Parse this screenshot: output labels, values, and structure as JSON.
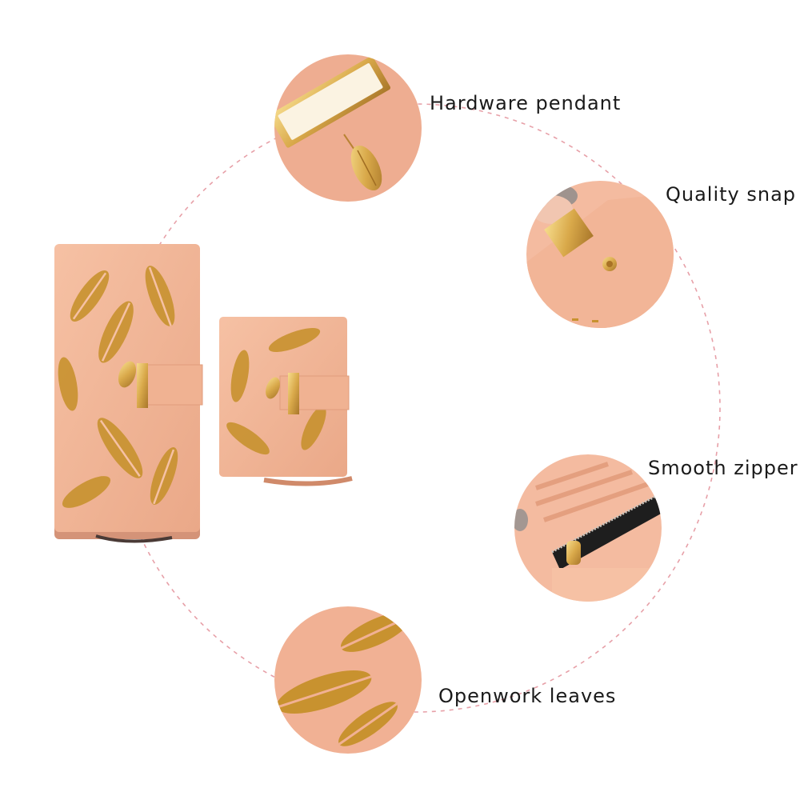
{
  "features": [
    {
      "id": "pendant",
      "label": "Hardware pendant"
    },
    {
      "id": "snap",
      "label": "Quality snap"
    },
    {
      "id": "zipper",
      "label": "Smooth zipper"
    },
    {
      "id": "leaves",
      "label": "Openwork leaves"
    }
  ],
  "colors": {
    "wallet_leather": "#f3b595",
    "wallet_shadow": "#e29f80",
    "gold_hardware": "#d9a94a",
    "dashed_circle": "#e7a0a8",
    "label_text": "#1a1a1a",
    "background": "#ffffff"
  }
}
